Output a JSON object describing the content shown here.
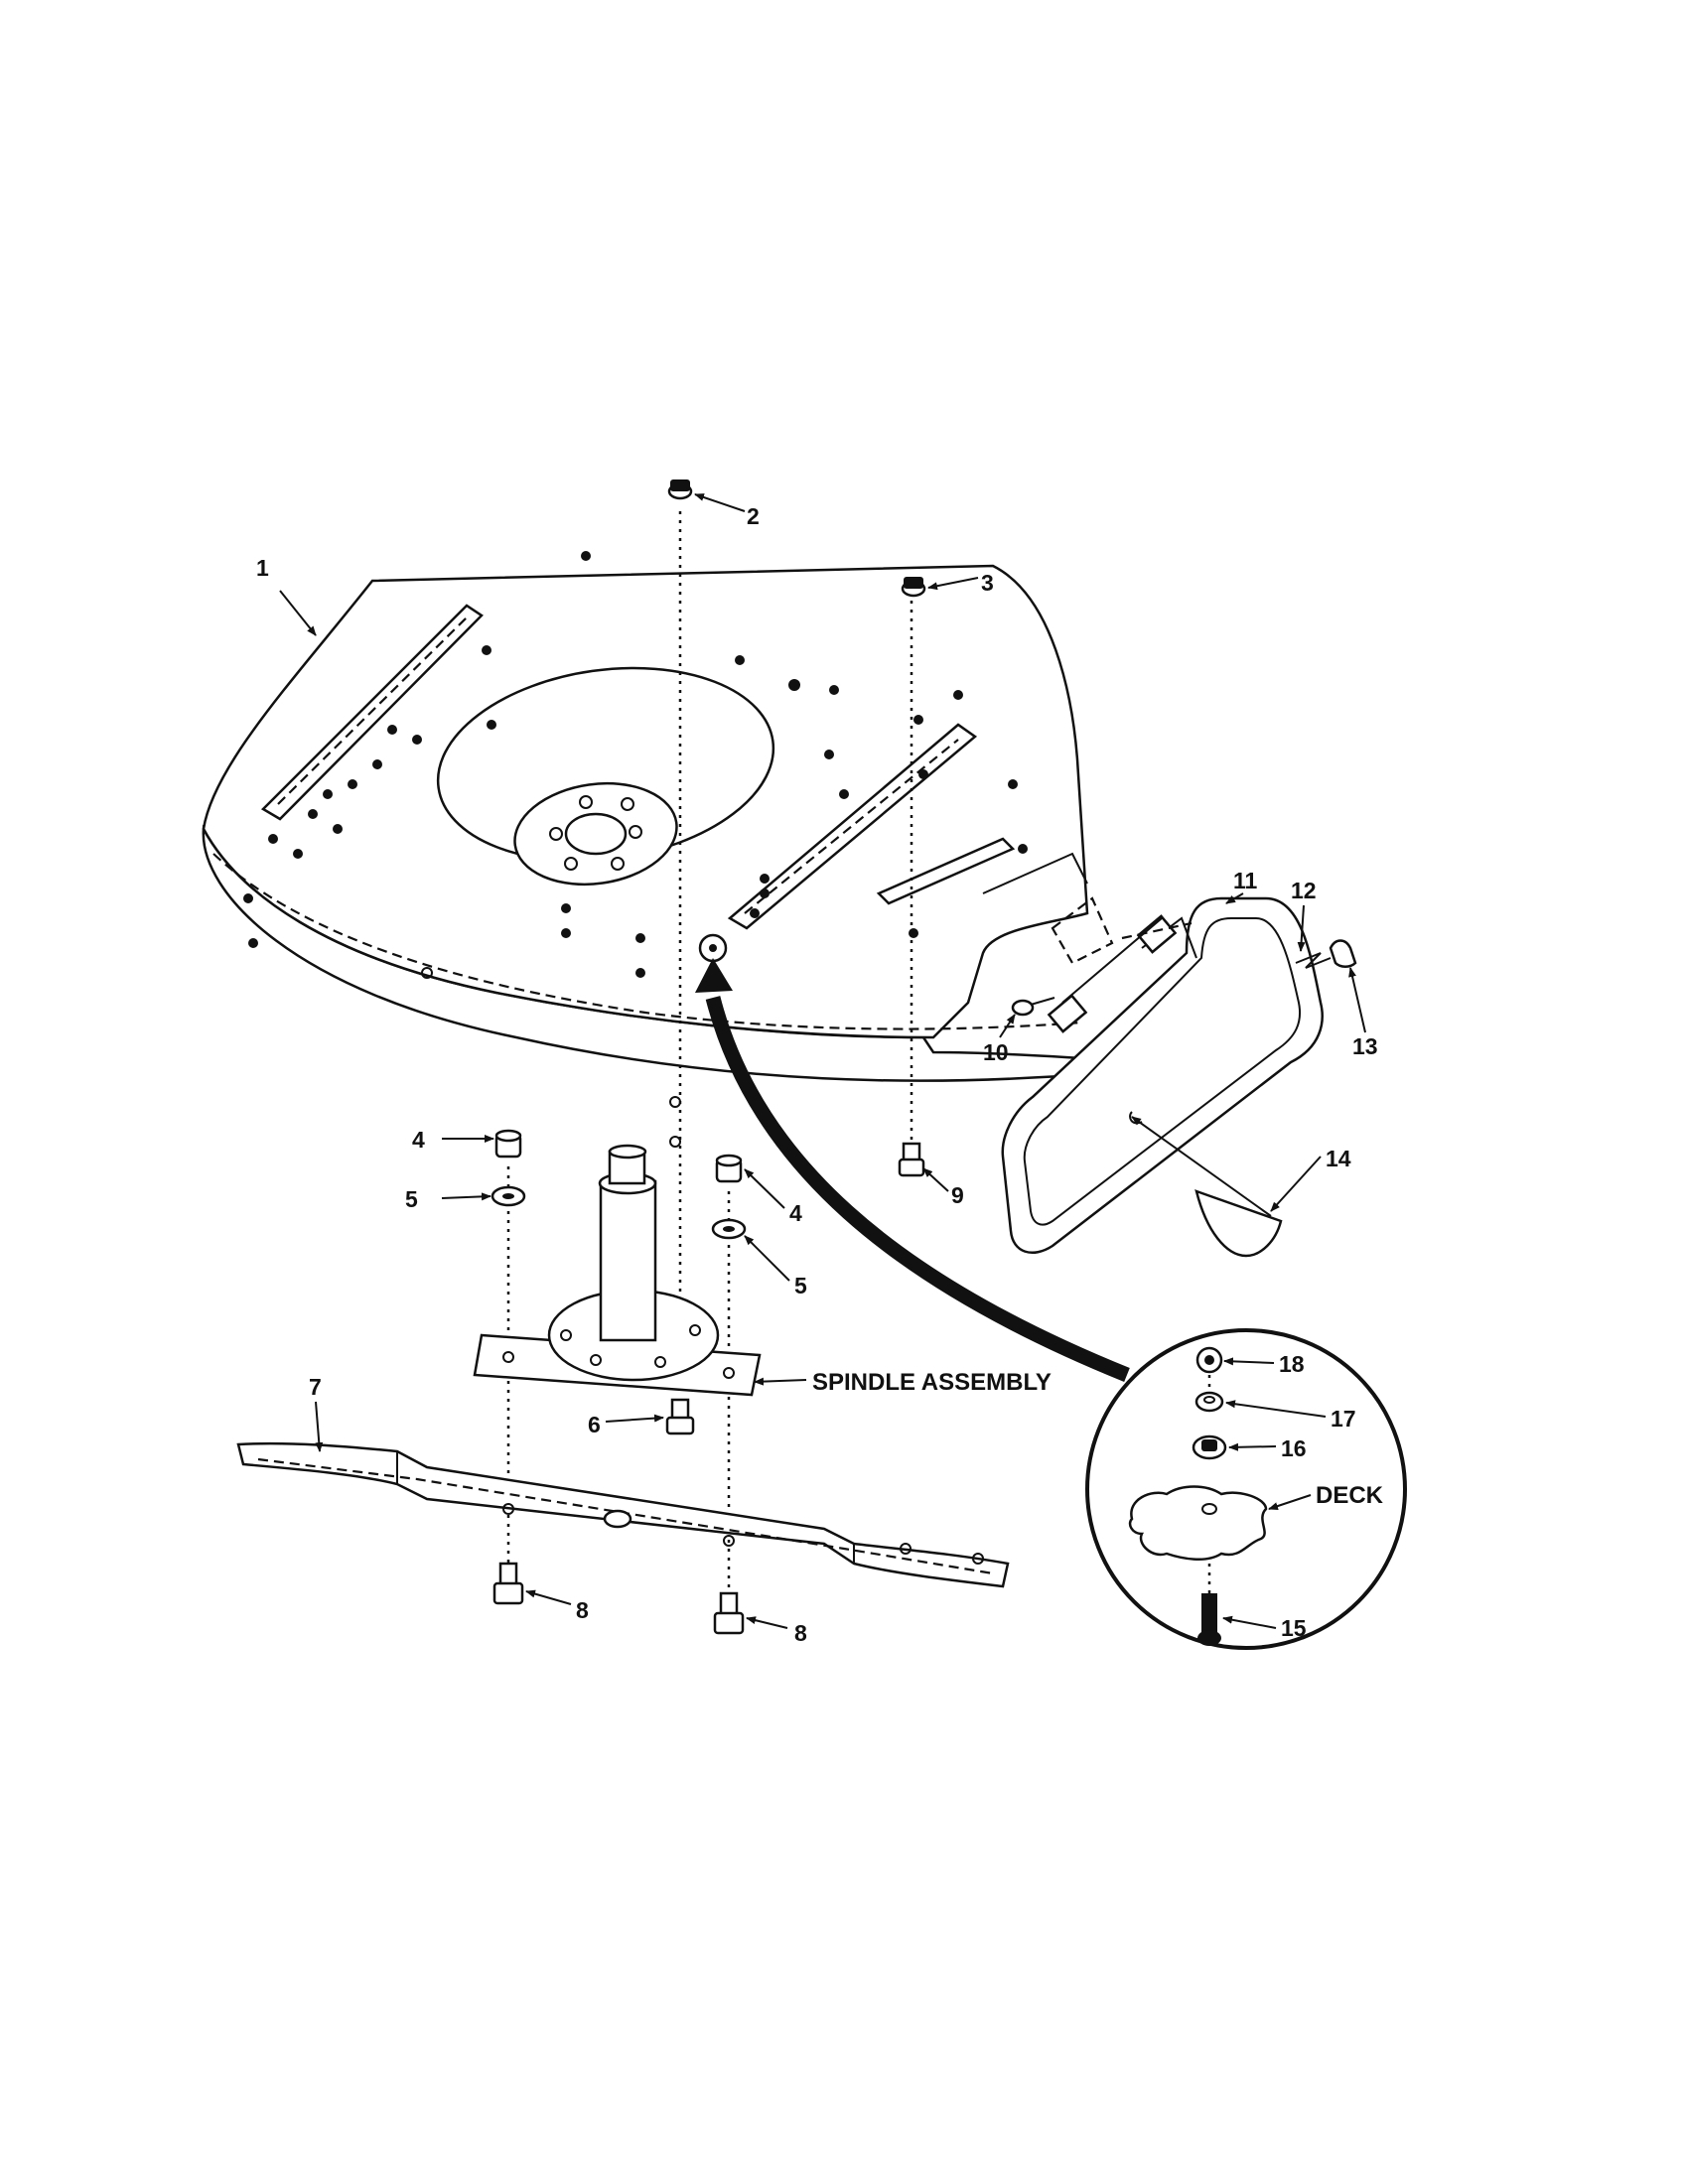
{
  "callouts": {
    "c1": "1",
    "c2": "2",
    "c3": "3",
    "c4a": "4",
    "c4b": "4",
    "c5a": "5",
    "c5b": "5",
    "c6": "6",
    "c7": "7",
    "c8a": "8",
    "c8b": "8",
    "c9": "9",
    "c10": "10",
    "c11": "11",
    "c12": "12",
    "c13": "13",
    "c14": "14",
    "c15": "15",
    "c16": "16",
    "c17": "17",
    "c18": "18"
  },
  "labels": {
    "spindle_assembly": "SPINDLE ASSEMBLY",
    "deck": "DECK"
  }
}
